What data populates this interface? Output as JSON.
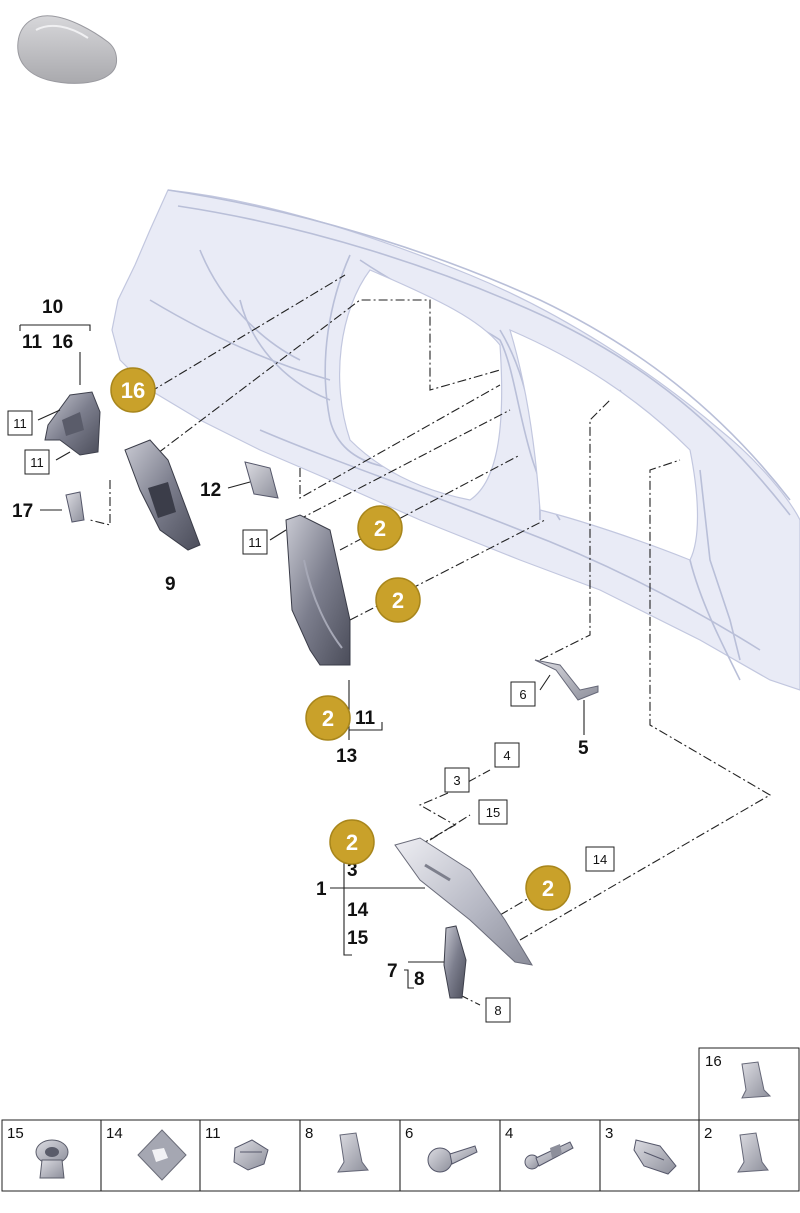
{
  "callouts": {
    "c10": "10",
    "c11a": "11",
    "c16a": "16",
    "c11b": "11",
    "c11c": "11",
    "c17": "17",
    "c9": "9",
    "c12": "12",
    "c11d": "11",
    "c11e": "11",
    "c13": "13",
    "c6": "6",
    "c5": "5",
    "c4": "4",
    "c3a": "3",
    "c15a": "15",
    "c1": "1",
    "c3b": "3",
    "c14a": "14",
    "c15b": "15",
    "c14b": "14",
    "c7": "7",
    "c8a": "8",
    "c8b": "8"
  },
  "badges": {
    "b16": "16",
    "b2a": "2",
    "b2b": "2",
    "b2c": "2",
    "b2d": "2",
    "b2e": "2"
  },
  "badge_color": "#c9a12a",
  "parts_table": {
    "top_cell": {
      "num": "16",
      "icon": "clip-icon"
    },
    "cells": [
      {
        "num": "15",
        "icon": "rivet-nut-icon"
      },
      {
        "num": "14",
        "icon": "adhesive-pad-icon"
      },
      {
        "num": "11",
        "icon": "spring-clip-icon"
      },
      {
        "num": "8",
        "icon": "clip-icon"
      },
      {
        "num": "6",
        "icon": "screw-icon"
      },
      {
        "num": "4",
        "icon": "bolt-icon"
      },
      {
        "num": "3",
        "icon": "retainer-clip-icon"
      },
      {
        "num": "2",
        "icon": "clip-icon"
      }
    ]
  }
}
